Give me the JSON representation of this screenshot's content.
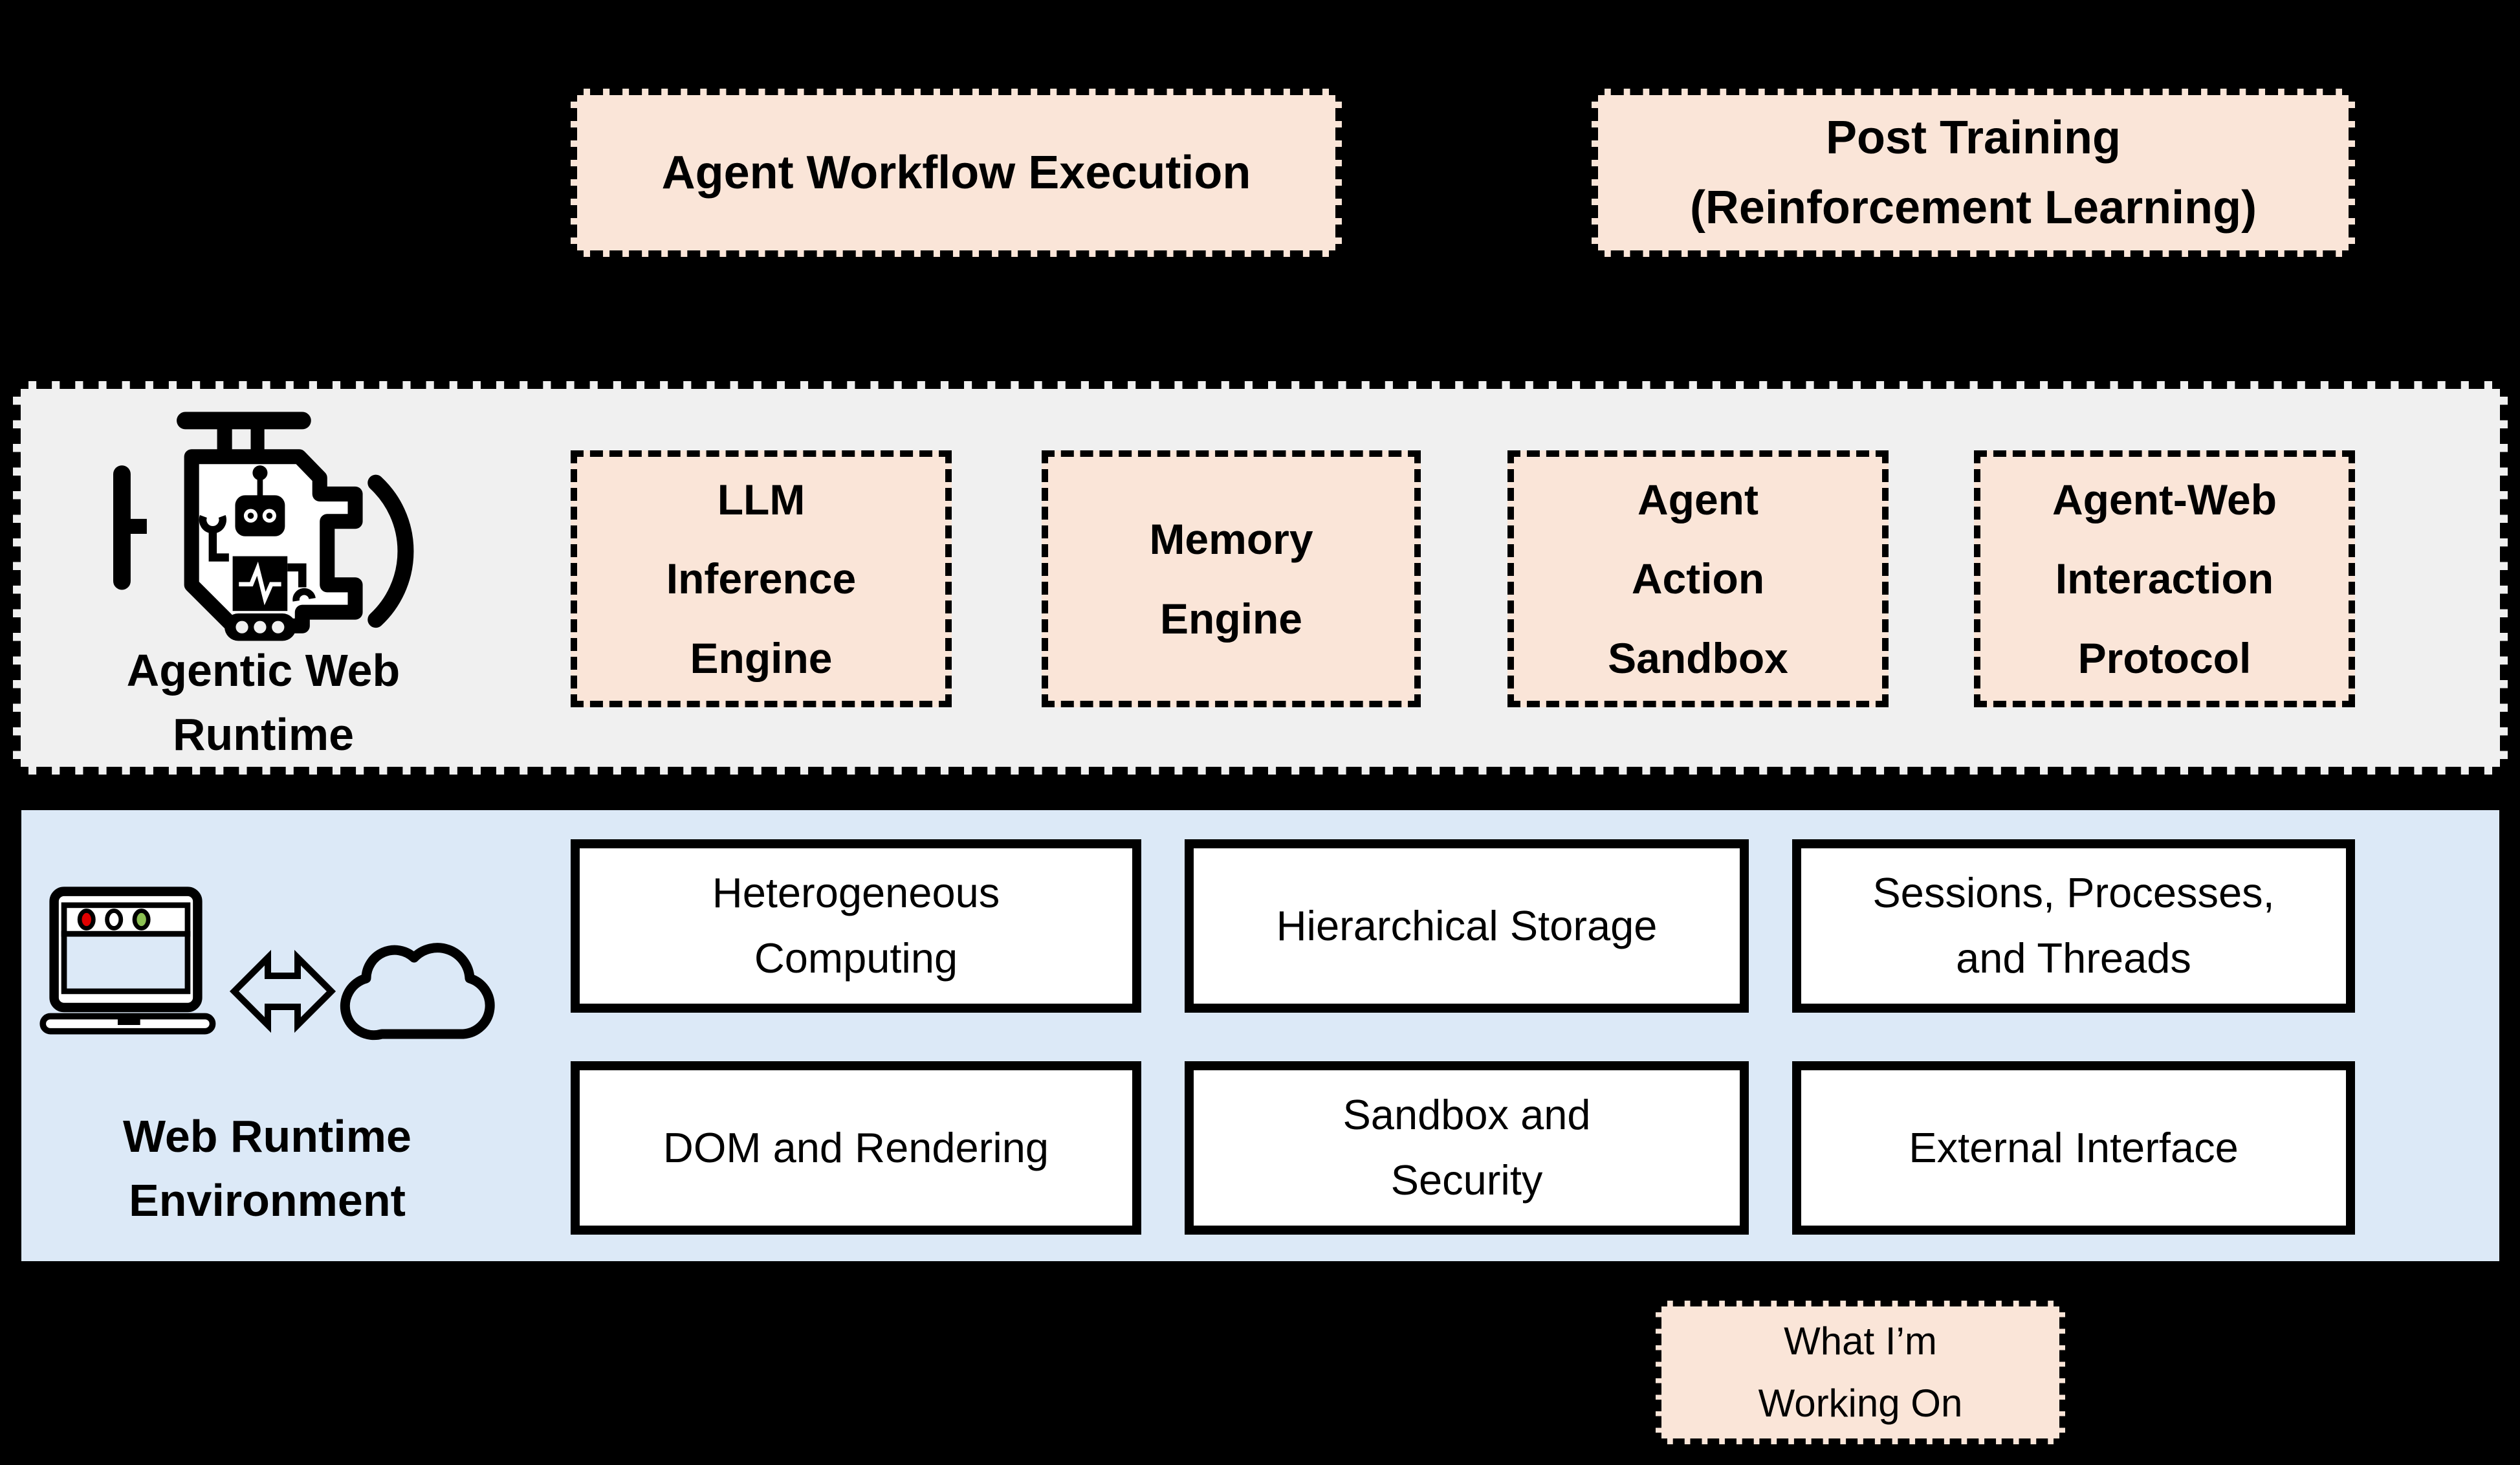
{
  "colors": {
    "background": "#000000",
    "peach_fill": "#FAE5D8",
    "gray_band_fill": "#F0F0F0",
    "blue_band_fill": "#DCE9F7",
    "white_box_fill": "#FFFFFF",
    "border_black": "#000000",
    "laptop_dot_red": "#E00000",
    "laptop_dot_white": "#FFFFFF",
    "laptop_dot_green": "#8CC153"
  },
  "top_boxes": [
    {
      "name": "agent-workflow-execution",
      "lines": [
        "Agent Workflow Execution"
      ]
    },
    {
      "name": "post-training",
      "lines": [
        "Post Training",
        "(Reinforcement Learning)"
      ]
    }
  ],
  "agentic_band": {
    "icon": "engine-robot-icon",
    "label_lines": [
      "Agentic Web",
      "Runtime"
    ],
    "boxes": [
      {
        "lines": [
          "LLM",
          "Inference",
          "Engine"
        ]
      },
      {
        "lines": [
          "Memory",
          "Engine"
        ]
      },
      {
        "lines": [
          "Agent",
          "Action",
          "Sandbox"
        ]
      },
      {
        "lines": [
          "Agent-Web",
          "Interaction",
          "Protocol"
        ]
      }
    ]
  },
  "web_band": {
    "icons": [
      "laptop-browser-icon",
      "bidirectional-arrow-icon",
      "cloud-icon"
    ],
    "label_lines": [
      "Web Runtime",
      "Environment"
    ],
    "boxes": [
      {
        "lines": [
          "Heterogeneous",
          "Computing"
        ]
      },
      {
        "lines": [
          "Hierarchical Storage"
        ]
      },
      {
        "lines": [
          "Sessions, Processes,",
          "and Threads"
        ]
      },
      {
        "lines": [
          "DOM and Rendering"
        ]
      },
      {
        "lines": [
          "Sandbox and",
          "Security"
        ]
      },
      {
        "lines": [
          "External Interface"
        ]
      }
    ]
  },
  "footer_box": {
    "lines": [
      "What I’m",
      "Working On"
    ]
  }
}
